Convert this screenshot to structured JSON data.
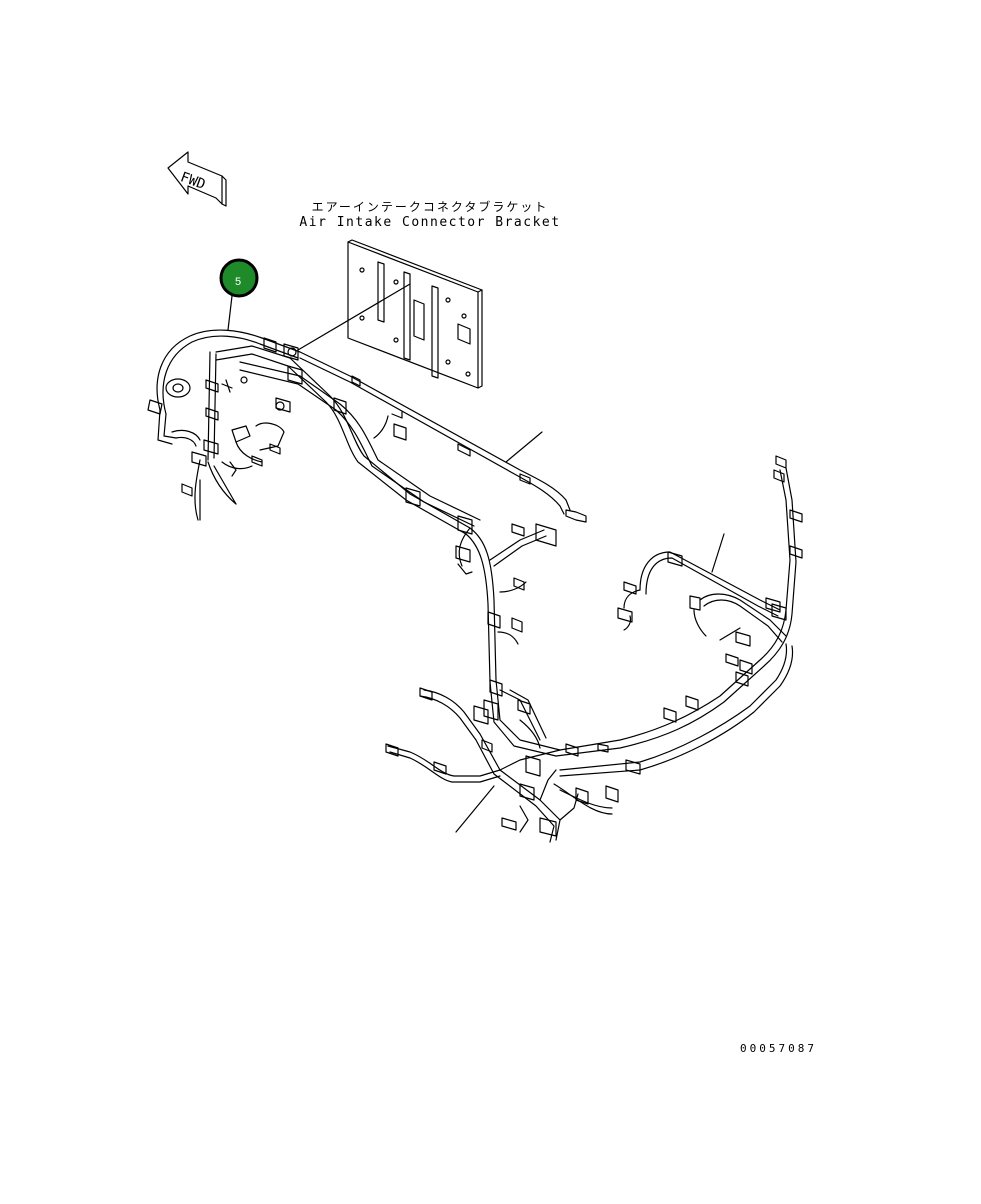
{
  "fwd_indicator": {
    "label": "FWD"
  },
  "bracket_label": {
    "japanese": "エアーインテークコネクタブラケット",
    "english": "Air Intake Connector Bracket"
  },
  "callout": {
    "number": "5",
    "fill_color": "#1e8a2a"
  },
  "drawing_id": "00057087"
}
